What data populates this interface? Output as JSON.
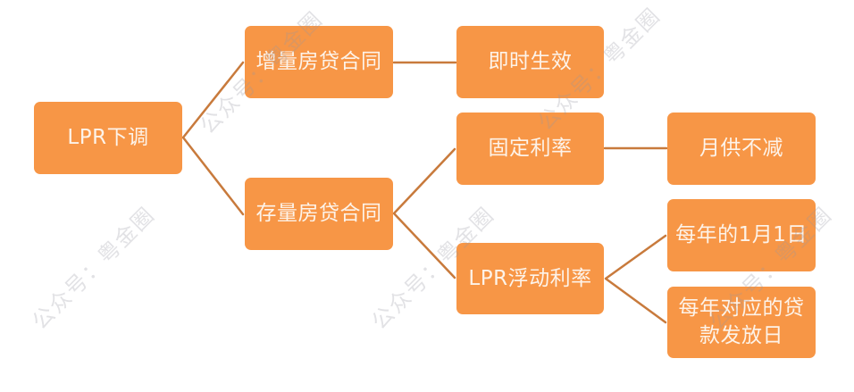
{
  "colors": {
    "node_fill": "#F79646",
    "connector": "#C87A3C",
    "node_text": "#FDF3E9",
    "watermark": "#C8C8CE"
  },
  "diagram": {
    "type": "tree",
    "root": {
      "label": "LPR下调"
    },
    "level1": [
      {
        "label": "增量房贷合同"
      },
      {
        "label": "存量房贷合同"
      }
    ],
    "level2": [
      {
        "label": "即时生效",
        "parent": "增量房贷合同"
      },
      {
        "label": "固定利率",
        "parent": "存量房贷合同"
      },
      {
        "label": "LPR浮动利率",
        "parent": "存量房贷合同"
      }
    ],
    "level3": [
      {
        "label": "月供不减",
        "parent": "固定利率"
      },
      {
        "label": "每年的1月1日",
        "parent": "LPR浮动利率"
      },
      {
        "label_line1": "每年对应的贷",
        "label_line2": "款发放日",
        "parent": "LPR浮动利率"
      }
    ]
  },
  "watermarks": [
    {
      "text": "公众号：粤金圈"
    },
    {
      "text": "公众号：粤金圈"
    },
    {
      "text": "公众号：粤金圈"
    },
    {
      "text": "公众号：粤金圈"
    },
    {
      "text": "公众号：粤金圈"
    }
  ]
}
